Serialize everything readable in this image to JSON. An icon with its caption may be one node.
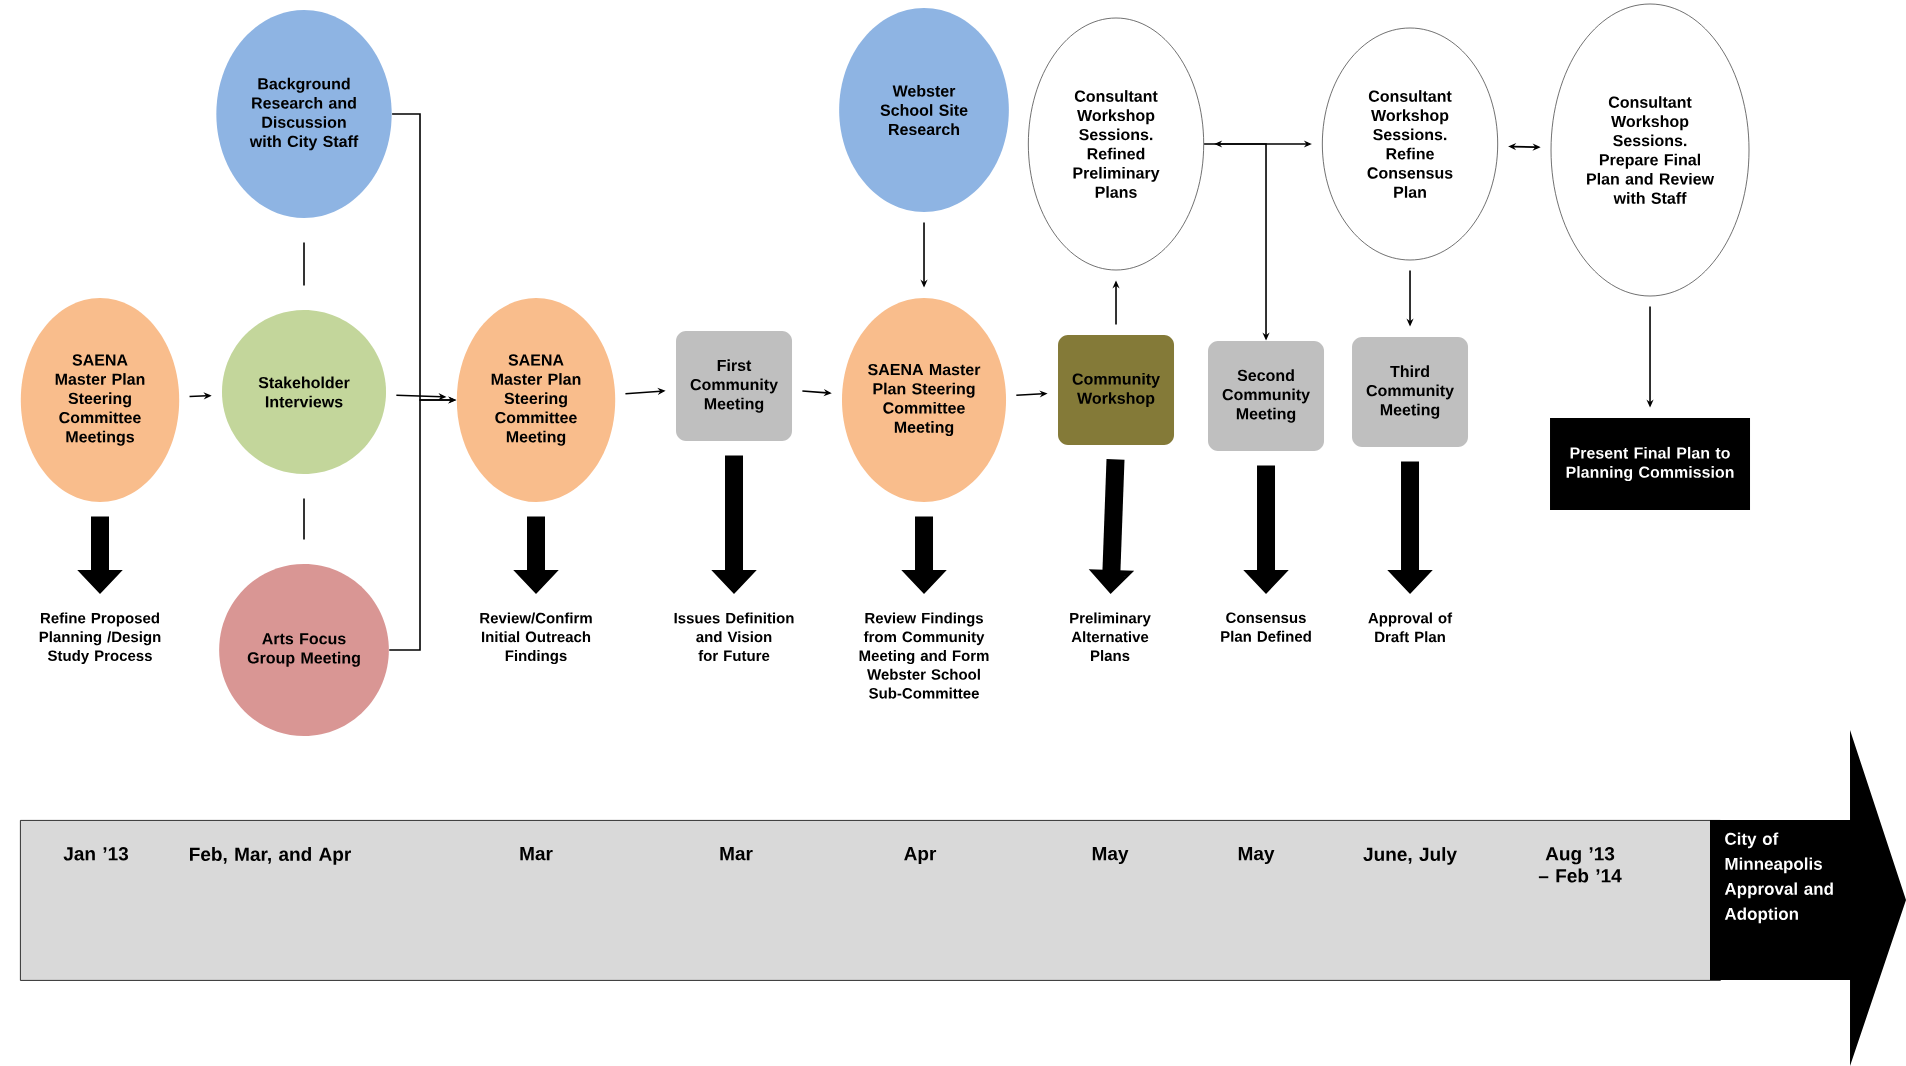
{
  "diagram": {
    "nodes": [
      {
        "text": [
          "SAENA Master Plan Steering Committee Meetings"
        ]
      },
      {
        "text": [
          "Background Research and Discussion with City Staff"
        ]
      },
      {
        "text": [
          "Stakeholder Interviews"
        ]
      },
      {
        "text": [
          "Arts Focus Group Meeting"
        ]
      },
      {
        "text": [
          "SAENA Master Plan Steering Committee Meeting"
        ]
      },
      {
        "text": [
          "First Community Meeting"
        ]
      },
      {
        "text": [
          "Webster School Site Research"
        ]
      },
      {
        "text": [
          "SAENA Master Plan Steering Committee Meeting"
        ]
      },
      {
        "text": [
          "Community Workshop"
        ]
      },
      {
        "text": [
          "Consultant Workshop Sessions. Refined Preliminary Plans"
        ]
      },
      {
        "text": [
          "Second Community Meeting"
        ]
      },
      {
        "text": [
          "Consultant Workshop Sessions. Refine Consensus Plan"
        ]
      },
      {
        "text": [
          "Third Community Meeting"
        ]
      },
      {
        "text": [
          "Consultant Workshop Sessions. Prepare Final Plan and Review with Staff"
        ]
      },
      {
        "text": [
          "Present Final Plan to Planning Commission"
        ]
      },
      {
        "text": [
          "Jan ’13",
          "Feb, Mar, and Apr",
          "Mar",
          "Mar",
          "Apr",
          "May",
          "May",
          "June, July",
          "Aug ’13 – Feb ’14"
        ]
      },
      {
        "text": [
          "City of Minneapolis Approval and Adoption"
        ]
      },
      {
        "text": [
          "Refine Proposed Planning /Design Study Process"
        ]
      },
      {
        "text": [
          "Review/Confirm Initial Outreach Findings"
        ]
      },
      {
        "text": [
          "Issues Definition and Vision for Future"
        ]
      },
      {
        "text": [
          "Review Findings from Community Meeting and Form Webster School Sub-Committee"
        ]
      },
      {
        "text": [
          "Preliminary Alternative Plans"
        ]
      },
      {
        "text": [
          "Consensus Plan Defined"
        ]
      },
      {
        "text": [
          "Approval of Draft Plan"
        ]
      }
    ],
    "edges": [
      {
        "from": 0,
        "to": 2,
        "arrow": "to"
      },
      {
        "from": 1,
        "to": 2,
        "arrow": "none"
      },
      {
        "from": 2,
        "to": 3,
        "arrow": "none"
      },
      {
        "from": 2,
        "to": 4,
        "arrow": "to"
      },
      {
        "from": 1,
        "to": 4,
        "arrow": "to"
      },
      {
        "from": 3,
        "to": 4,
        "arrow": "to"
      },
      {
        "from": 4,
        "to": 5,
        "arrow": "to"
      },
      {
        "from": 5,
        "to": 7,
        "arrow": "to"
      },
      {
        "from": 6,
        "to": 7,
        "arrow": "to"
      },
      {
        "from": 7,
        "to": 8,
        "arrow": "to"
      },
      {
        "from": 8,
        "to": 9,
        "arrow": "to"
      },
      {
        "from": 9,
        "to": 11,
        "arrow": "both"
      },
      {
        "from": 9,
        "to": 10,
        "arrow": "to"
      },
      {
        "from": 11,
        "to": 12,
        "arrow": "to"
      },
      {
        "from": 11,
        "to": 13,
        "arrow": "both"
      },
      {
        "from": 13,
        "to": 14,
        "arrow": "to"
      },
      {
        "from": 0,
        "to": 17,
        "arrow": "to",
        "style": "thick"
      },
      {
        "from": 4,
        "to": 18,
        "arrow": "to",
        "style": "thick"
      },
      {
        "from": 5,
        "to": 19,
        "arrow": "to",
        "style": "thick"
      },
      {
        "from": 7,
        "to": 20,
        "arrow": "to",
        "style": "thick"
      },
      {
        "from": 8,
        "to": 21,
        "arrow": "to",
        "style": "thick"
      },
      {
        "from": 10,
        "to": 22,
        "arrow": "to",
        "style": "thick"
      },
      {
        "from": 12,
        "to": 23,
        "arrow": "to",
        "style": "thick"
      }
    ]
  }
}
